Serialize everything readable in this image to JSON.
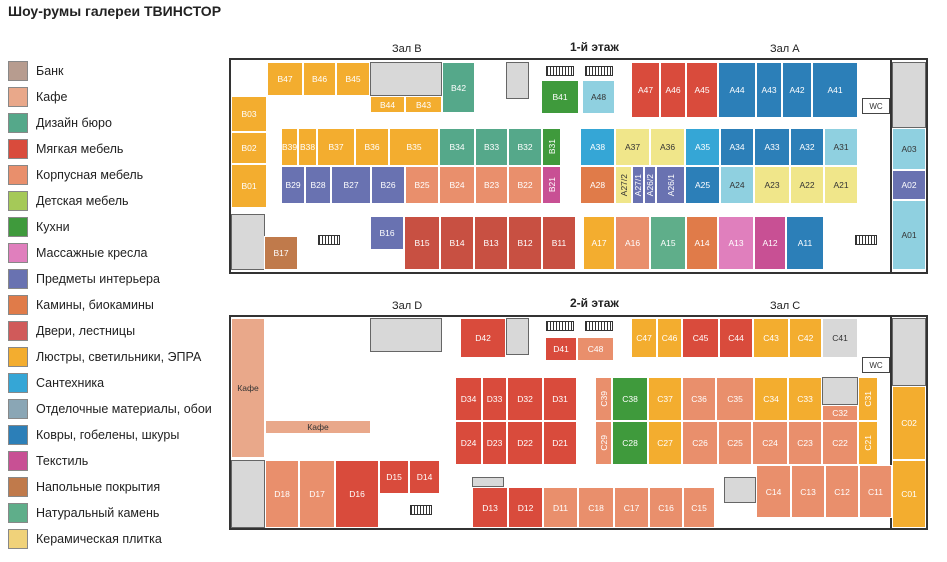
{
  "title": "Шоу-румы галереи ТВИНСТОР",
  "legend": [
    {
      "label": "Банк",
      "icon": "bank-icon",
      "color": "#b79c8f"
    },
    {
      "label": "Кафе",
      "icon": "cafe-icon",
      "color": "#e9a88a"
    },
    {
      "label": "Дизайн бюро",
      "icon": "design-icon",
      "color": "#55a88a"
    },
    {
      "label": "Мягкая мебель",
      "icon": "sofa-icon",
      "color": "#d94b3c"
    },
    {
      "label": "Корпусная мебель",
      "icon": "cabinet-icon",
      "color": "#e98f6c"
    },
    {
      "label": "Детская мебель",
      "icon": "kids-icon",
      "color": "#a5c958"
    },
    {
      "label": "Кухни",
      "icon": "kitchen-icon",
      "color": "#3f9a3c"
    },
    {
      "label": "Массажные кресла",
      "icon": "massage-icon",
      "color": "#e07fbd"
    },
    {
      "label": "Предметы интерьера",
      "icon": "interior-icon",
      "color": "#6972b1"
    },
    {
      "label": "Камины, биокамины",
      "icon": "fireplace-icon",
      "color": "#e07b49"
    },
    {
      "label": "Двери, лестницы",
      "icon": "door-icon",
      "color": "#d05a5a"
    },
    {
      "label": "Люстры, светильники, ЭПРА",
      "icon": "lamp-icon",
      "color": "#f3ad2f"
    },
    {
      "label": "Сантехника",
      "icon": "plumbing-icon",
      "color": "#35a6d6"
    },
    {
      "label": "Отделочные материалы, обои",
      "icon": "wallpaper-icon",
      "color": "#8aa6b5"
    },
    {
      "label": "Ковры, гобелены, шкуры",
      "icon": "carpet-icon",
      "color": "#2c7fb8"
    },
    {
      "label": "Текстиль",
      "icon": "textile-icon",
      "color": "#c85094"
    },
    {
      "label": "Напольные покрытия",
      "icon": "floor-icon",
      "color": "#c07a4b"
    },
    {
      "label": "Натуральный камень",
      "icon": "stone-icon",
      "color": "#5fae8a"
    },
    {
      "label": "Керамическая плитка",
      "icon": "tile-icon",
      "color": "#f0d27a"
    }
  ],
  "floors": {
    "first": {
      "label": "1-й этаж",
      "hall_b": "Зал B",
      "hall_a": "Зал A",
      "wc": "WC"
    },
    "second": {
      "label": "2-й этаж",
      "hall_d": "Зал D",
      "hall_c": "Зал C",
      "wc": "WC",
      "cafe1": "Кафе",
      "cafe2": "Кафе"
    }
  },
  "units": [
    {
      "id": "B47",
      "c": "#f3ad2f"
    },
    {
      "id": "B46",
      "c": "#f3ad2f"
    },
    {
      "id": "B45",
      "c": "#f3ad2f"
    },
    {
      "id": "B44",
      "c": "#f3ad2f"
    },
    {
      "id": "B43",
      "c": "#f3ad2f"
    },
    {
      "id": "B42",
      "c": "#55a88a"
    },
    {
      "id": "B41",
      "c": "#3f9a3c"
    },
    {
      "id": "A48",
      "c": "#8fd0e0"
    },
    {
      "id": "A47",
      "c": "#d94b3c"
    },
    {
      "id": "A46",
      "c": "#d94b3c"
    },
    {
      "id": "A45",
      "c": "#d94b3c"
    },
    {
      "id": "A44",
      "c": "#2c7fb8"
    },
    {
      "id": "A43",
      "c": "#2c7fb8"
    },
    {
      "id": "A42",
      "c": "#2c7fb8"
    },
    {
      "id": "A41",
      "c": "#2c7fb8"
    },
    {
      "id": "B03",
      "c": "#f3ad2f"
    },
    {
      "id": "B02",
      "c": "#f3ad2f"
    },
    {
      "id": "B01",
      "c": "#f3ad2f"
    },
    {
      "id": "B39",
      "c": "#f3ad2f"
    },
    {
      "id": "B38",
      "c": "#f3ad2f"
    },
    {
      "id": "B37",
      "c": "#f3ad2f"
    },
    {
      "id": "B36",
      "c": "#f3ad2f"
    },
    {
      "id": "B35",
      "c": "#f3ad2f"
    },
    {
      "id": "B34",
      "c": "#55a88a"
    },
    {
      "id": "B33",
      "c": "#55a88a"
    },
    {
      "id": "B32",
      "c": "#55a88a"
    },
    {
      "id": "B31",
      "c": "#3f9a3c"
    },
    {
      "id": "B29",
      "c": "#6972b1"
    },
    {
      "id": "B28",
      "c": "#6972b1"
    },
    {
      "id": "B27",
      "c": "#6972b1"
    },
    {
      "id": "B26",
      "c": "#6972b1"
    },
    {
      "id": "B25",
      "c": "#e98f6c"
    },
    {
      "id": "B24",
      "c": "#e98f6c"
    },
    {
      "id": "B23",
      "c": "#e98f6c"
    },
    {
      "id": "B22",
      "c": "#e98f6c"
    },
    {
      "id": "B21",
      "c": "#c85094"
    },
    {
      "id": "A38",
      "c": "#35a6d6"
    },
    {
      "id": "A37",
      "c": "#f0e68a"
    },
    {
      "id": "A36",
      "c": "#f0e68a"
    },
    {
      "id": "A35",
      "c": "#35a6d6"
    },
    {
      "id": "A34",
      "c": "#2c7fb8"
    },
    {
      "id": "A33",
      "c": "#2c7fb8"
    },
    {
      "id": "A32",
      "c": "#2c7fb8"
    },
    {
      "id": "A31",
      "c": "#8fd0e0"
    },
    {
      "id": "A28",
      "c": "#e07b49"
    },
    {
      "id": "A27/2",
      "c": "#f0e68a"
    },
    {
      "id": "A27/1",
      "c": "#6972b1"
    },
    {
      "id": "A26/2",
      "c": "#6972b1"
    },
    {
      "id": "A26/1",
      "c": "#6972b1"
    },
    {
      "id": "A25",
      "c": "#2c7fb8"
    },
    {
      "id": "A24",
      "c": "#8fd0e0"
    },
    {
      "id": "A23",
      "c": "#f0e68a"
    },
    {
      "id": "A22",
      "c": "#f0e68a"
    },
    {
      "id": "A21",
      "c": "#f0e68a"
    },
    {
      "id": "A03",
      "c": "#8fd0e0"
    },
    {
      "id": "A02",
      "c": "#6972b1"
    },
    {
      "id": "A01",
      "c": "#8fd0e0"
    },
    {
      "id": "B17",
      "c": "#c07a4b"
    },
    {
      "id": "B16",
      "c": "#6972b1"
    },
    {
      "id": "B15",
      "c": "#c85042"
    },
    {
      "id": "B14",
      "c": "#c85042"
    },
    {
      "id": "B13",
      "c": "#c85042"
    },
    {
      "id": "B12",
      "c": "#c85042"
    },
    {
      "id": "B11",
      "c": "#c85042"
    },
    {
      "id": "A17",
      "c": "#f3ad2f"
    },
    {
      "id": "A16",
      "c": "#e98f6c"
    },
    {
      "id": "A15",
      "c": "#5fae8a"
    },
    {
      "id": "A14",
      "c": "#e07b49"
    },
    {
      "id": "A13",
      "c": "#e07fbd"
    },
    {
      "id": "A12",
      "c": "#c85094"
    },
    {
      "id": "A11",
      "c": "#2c7fb8"
    },
    {
      "id": "D42",
      "c": "#d94b3c"
    },
    {
      "id": "D41",
      "c": "#d94b3c"
    },
    {
      "id": "C48",
      "c": "#e98f6c"
    },
    {
      "id": "C47",
      "c": "#f3ad2f"
    },
    {
      "id": "C46",
      "c": "#f3ad2f"
    },
    {
      "id": "C45",
      "c": "#d94b3c"
    },
    {
      "id": "C44",
      "c": "#d94b3c"
    },
    {
      "id": "C43",
      "c": "#f3ad2f"
    },
    {
      "id": "C42",
      "c": "#f3ad2f"
    },
    {
      "id": "C41",
      "c": "#d8d8d8"
    },
    {
      "id": "D34",
      "c": "#d94b3c"
    },
    {
      "id": "D33",
      "c": "#d94b3c"
    },
    {
      "id": "D32",
      "c": "#d94b3c"
    },
    {
      "id": "D31",
      "c": "#d94b3c"
    },
    {
      "id": "D24",
      "c": "#d94b3c"
    },
    {
      "id": "D23",
      "c": "#d94b3c"
    },
    {
      "id": "D22",
      "c": "#d94b3c"
    },
    {
      "id": "D21",
      "c": "#d94b3c"
    },
    {
      "id": "C39",
      "c": "#e98f6c"
    },
    {
      "id": "C38",
      "c": "#3f9a3c"
    },
    {
      "id": "C37",
      "c": "#f3ad2f"
    },
    {
      "id": "C36",
      "c": "#e98f6c"
    },
    {
      "id": "C35",
      "c": "#e98f6c"
    },
    {
      "id": "C34",
      "c": "#f3ad2f"
    },
    {
      "id": "C33",
      "c": "#f3ad2f"
    },
    {
      "id": "C32",
      "c": "#e98f6c"
    },
    {
      "id": "C31",
      "c": "#f3ad2f"
    },
    {
      "id": "C29",
      "c": "#e98f6c"
    },
    {
      "id": "C28",
      "c": "#3f9a3c"
    },
    {
      "id": "C27",
      "c": "#f3ad2f"
    },
    {
      "id": "C26",
      "c": "#e98f6c"
    },
    {
      "id": "C25",
      "c": "#e98f6c"
    },
    {
      "id": "C24",
      "c": "#e98f6c"
    },
    {
      "id": "C23",
      "c": "#e98f6c"
    },
    {
      "id": "C22",
      "c": "#e98f6c"
    },
    {
      "id": "C21",
      "c": "#f3ad2f"
    },
    {
      "id": "C02",
      "c": "#f3ad2f"
    },
    {
      "id": "C01",
      "c": "#f3ad2f"
    },
    {
      "id": "D18",
      "c": "#e98f6c"
    },
    {
      "id": "D17",
      "c": "#e98f6c"
    },
    {
      "id": "D16",
      "c": "#d94b3c"
    },
    {
      "id": "D15",
      "c": "#d94b3c"
    },
    {
      "id": "D14",
      "c": "#d94b3c"
    },
    {
      "id": "D13",
      "c": "#d94b3c"
    },
    {
      "id": "D12",
      "c": "#d94b3c"
    },
    {
      "id": "D11",
      "c": "#e98f6c"
    },
    {
      "id": "C18",
      "c": "#e98f6c"
    },
    {
      "id": "C17",
      "c": "#e98f6c"
    },
    {
      "id": "C16",
      "c": "#e98f6c"
    },
    {
      "id": "C15",
      "c": "#e98f6c"
    },
    {
      "id": "C14",
      "c": "#e98f6c"
    },
    {
      "id": "C13",
      "c": "#e98f6c"
    },
    {
      "id": "C12",
      "c": "#e98f6c"
    },
    {
      "id": "C11",
      "c": "#e98f6c"
    }
  ]
}
